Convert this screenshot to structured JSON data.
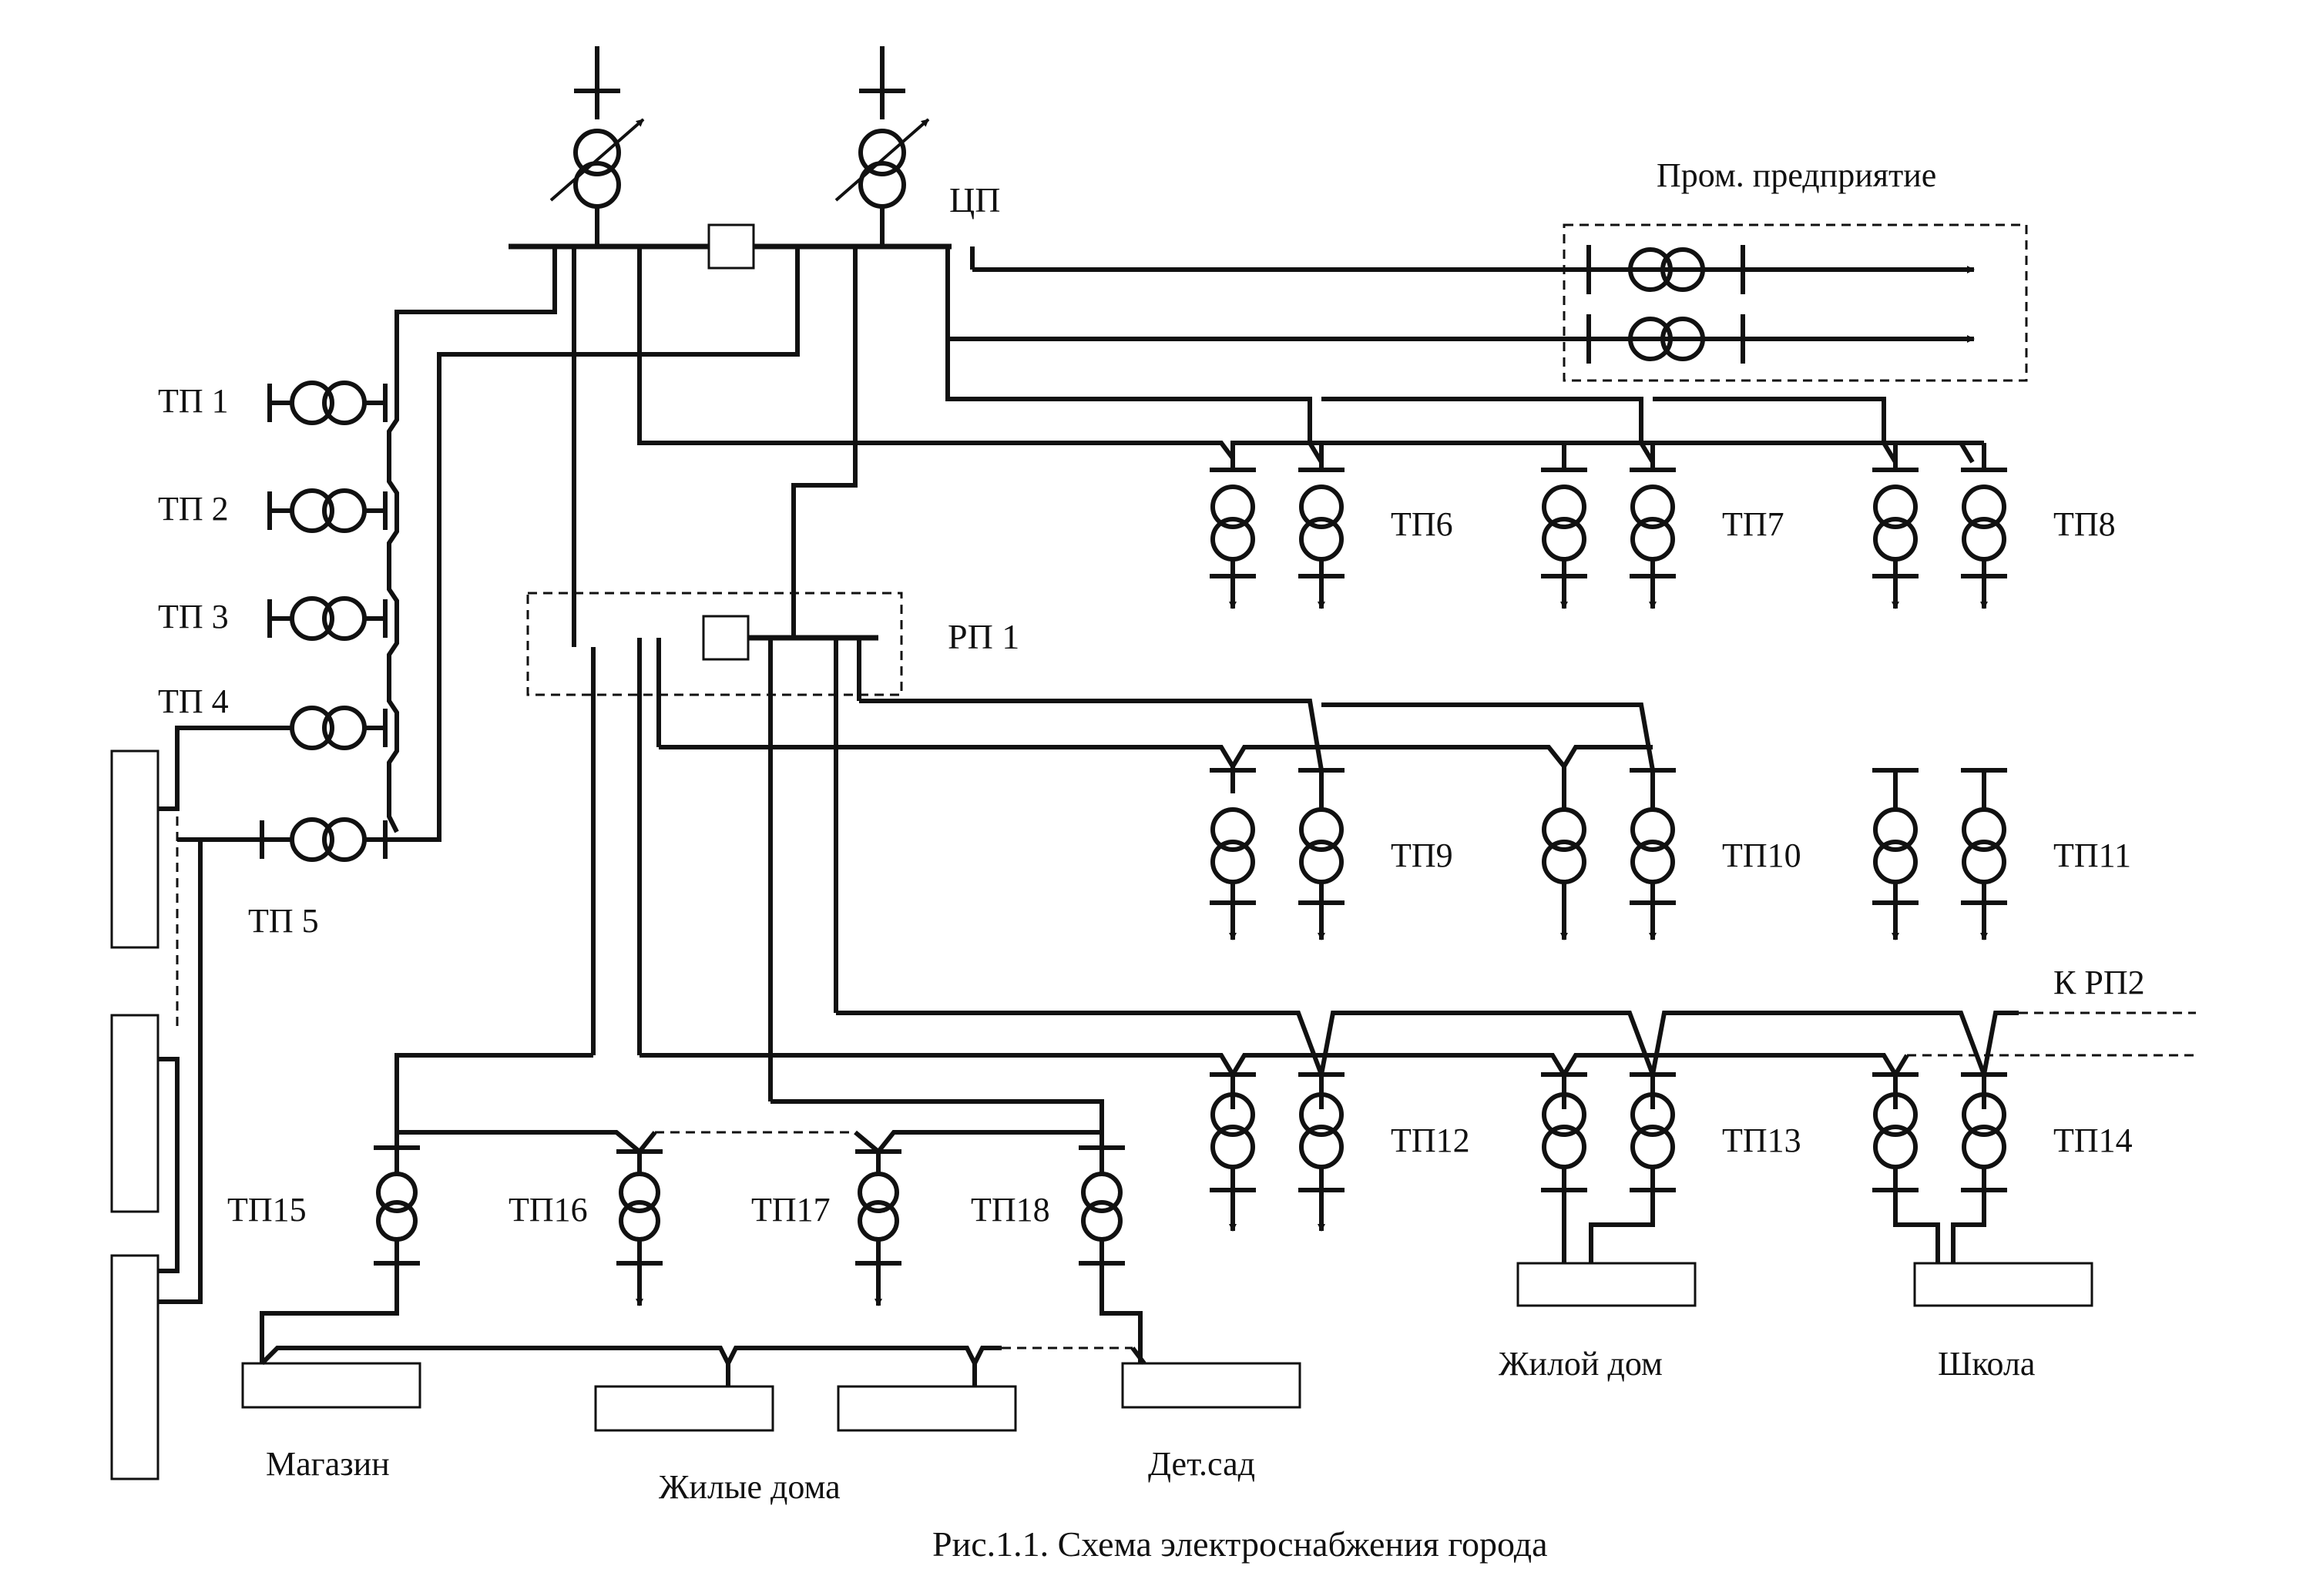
{
  "title": "Рис.1.1. Схема электроснабжения города",
  "labels": {
    "cp": "ЦП",
    "rp1": "РП 1",
    "k_rp2": "К РП2",
    "industrial": "Пром. предприятие",
    "tp1": "ТП 1",
    "tp2": "ТП 2",
    "tp3": "ТП 3",
    "tp4": "ТП 4",
    "tp5": "ТП 5",
    "tp6": "ТП6",
    "tp7": "ТП7",
    "tp8": "ТП8",
    "tp9": "ТП9",
    "tp10": "ТП10",
    "tp11": "ТП11",
    "tp12": "ТП12",
    "tp13": "ТП13",
    "tp14": "ТП14",
    "tp15": "ТП15",
    "tp16": "ТП16",
    "tp17": "ТП17",
    "tp18": "ТП18"
  },
  "consumers": {
    "shop": "Магазин",
    "houses": "Жилые дома",
    "kindergarten": "Дет.сад",
    "house": "Жилой дом",
    "school": "Школа"
  },
  "colors": {
    "line": "#111111",
    "background": "#ffffff"
  }
}
